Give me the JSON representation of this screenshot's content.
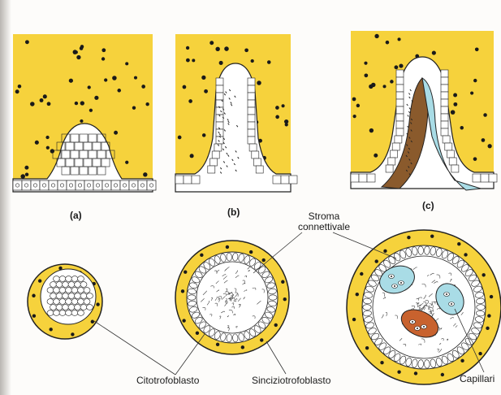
{
  "panels": {
    "a": "(a)",
    "b": "(b)",
    "c": "(c)"
  },
  "labels": {
    "stroma_line1": "Stroma",
    "stroma_line2": "connettivale",
    "citotrofoblasto": "Citotrofoblasto",
    "sinciziotrofoblasto": "Sinciziotrofoblasto",
    "capillari": "Capillari"
  },
  "colors": {
    "yellow": "#f6d23c",
    "dot": "#1a1a1a",
    "cell_fill": "#ffffff",
    "outline": "#222222",
    "capillary_blue": "#a9dce6",
    "capillary_brown": "#8a5a2c",
    "capillary_orange": "#c8622e"
  }
}
